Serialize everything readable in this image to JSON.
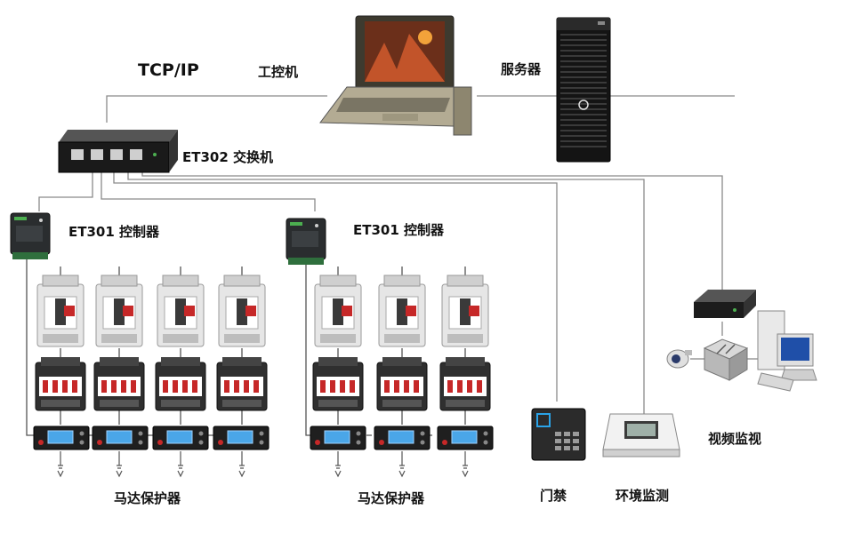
{
  "labels": {
    "protocol": "TCP/IP",
    "ipc": "工控机",
    "server": "服务器",
    "switch": "ET302 交换机",
    "controller_1": "ET301 控制器",
    "controller_2": "ET301 控制器",
    "motor_group_1": "马达保护器",
    "motor_group_2": "马达保护器",
    "access_control": "门禁",
    "env_monitor": "环境监测",
    "video_monitor": "视频监视"
  },
  "colors": {
    "device_dark": "#2b2b2b",
    "controller_green": "#2f6f3d",
    "lcd_blue": "#4aa6e8",
    "breaker_grey": "#d9d9d9",
    "contactor_red": "#c62828",
    "line": "#8a8a8a"
  },
  "icons": {
    "ipc": "rugged-laptop-icon",
    "server": "tower-server-icon",
    "switch": "network-switch-icon",
    "controller": "controller-module-icon",
    "breaker": "circuit-breaker-icon",
    "contactor": "contactor-icon",
    "motor_protector": "motor-protector-icon",
    "access_reader": "card-reader-icon",
    "env_sensor": "environment-sensor-icon",
    "nvr": "nvr-icon",
    "camera": "cctv-camera-icon",
    "video_switch": "video-switch-icon",
    "pc": "desktop-pc-icon"
  }
}
